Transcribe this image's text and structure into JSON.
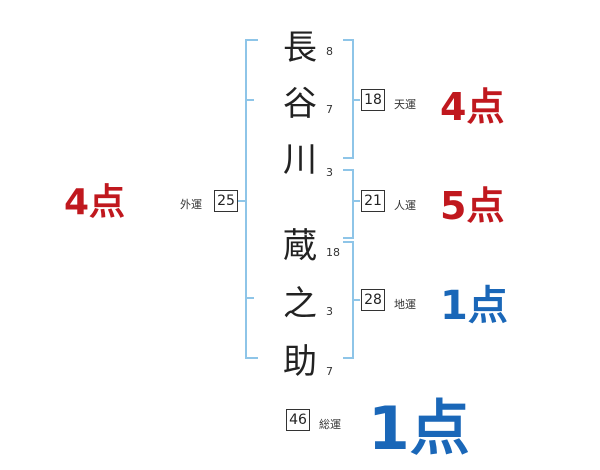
{
  "name": {
    "chars": [
      {
        "char": "長",
        "strokes": "8"
      },
      {
        "char": "谷",
        "strokes": "7"
      },
      {
        "char": "川",
        "strokes": "3"
      },
      {
        "char": "蔵",
        "strokes": "18"
      },
      {
        "char": "之",
        "strokes": "3"
      },
      {
        "char": "助",
        "strokes": "7"
      }
    ]
  },
  "gaiun": {
    "label": "外運",
    "value": "25",
    "score": "4点"
  },
  "tenun": {
    "label": "天運",
    "value": "18",
    "score": "4点"
  },
  "jinun": {
    "label": "人運",
    "value": "21",
    "score": "5点"
  },
  "chiun": {
    "label": "地運",
    "value": "28",
    "score": "1点"
  },
  "souun": {
    "label": "総運",
    "value": "46",
    "score": "1点"
  },
  "colors": {
    "bracket": "#8ec5e8",
    "good": "#c0181e",
    "bad": "#1a67b8"
  }
}
